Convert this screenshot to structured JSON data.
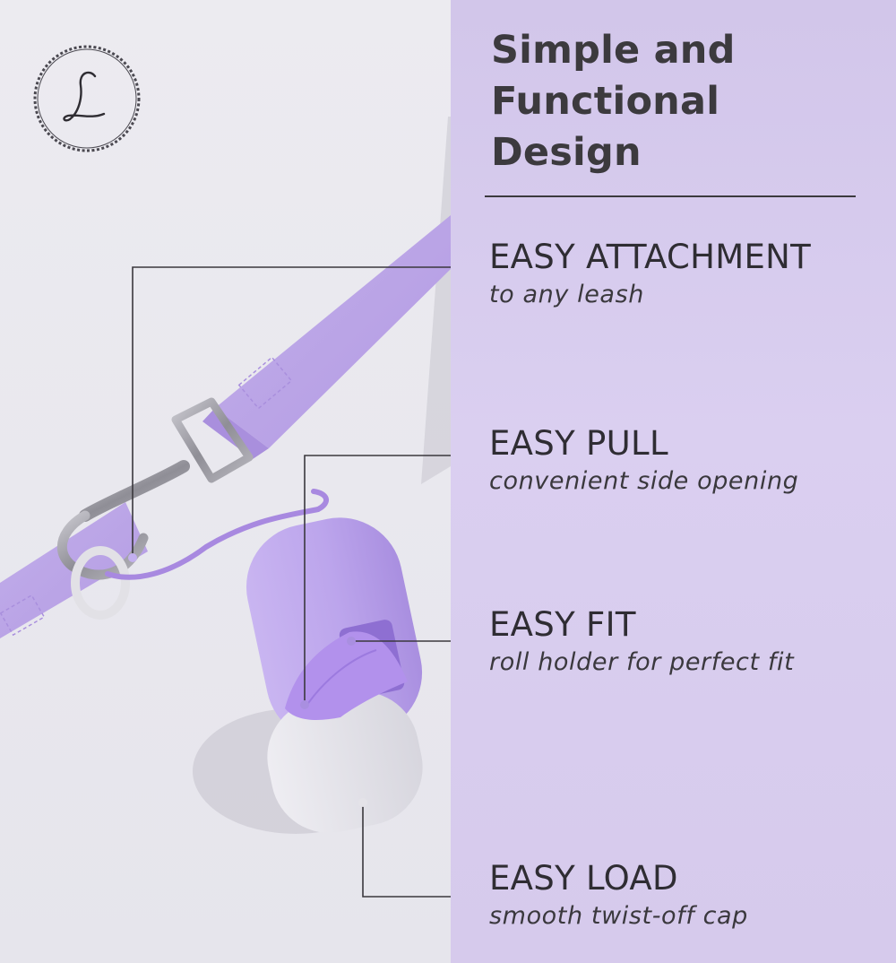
{
  "brand": {
    "logo_letter": "L"
  },
  "headline": {
    "line1": "Simple and",
    "line2": "Functional",
    "line3": "Design"
  },
  "features": [
    {
      "title": "EASY ATTACHMENT",
      "subtitle": "to any leash"
    },
    {
      "title": "EASY PULL",
      "subtitle": "convenient side opening"
    },
    {
      "title": "EASY FIT",
      "subtitle": "roll holder for perfect fit"
    },
    {
      "title": "EASY LOAD",
      "subtitle": "smooth twist-off cap"
    }
  ],
  "colors": {
    "panel": "#d6caec",
    "text": "#3c3a3e",
    "leash_purple": "#b9a3e6",
    "dispenser_purple": "#c2acef",
    "cap_grey": "#e4e3e8",
    "background": "#ebeaf0"
  }
}
